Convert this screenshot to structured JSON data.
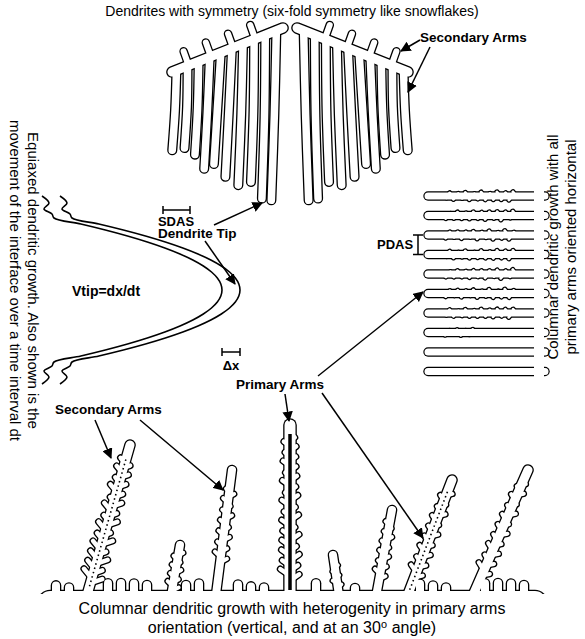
{
  "diagram": {
    "labels": [
      "Dendrites with symmetry (six-fold symmetry like snowflakes)",
      "Secondary Arms",
      "SDAS",
      "Dendrite Tip",
      "PDAS",
      "Equiaxed dendritic growth. Also shown is the movement of the interface over a time interval dt",
      "Columnar dendritic growth with all primary arms oriented horizontal",
      "Vtip=dx/dt",
      "Δx",
      "Primary Arms",
      "Secondary Arms",
      "Columnar dendritic growth with heterogenity in primary arms orientation (vertical, and at an 30⁰ angle)"
    ]
  }
}
